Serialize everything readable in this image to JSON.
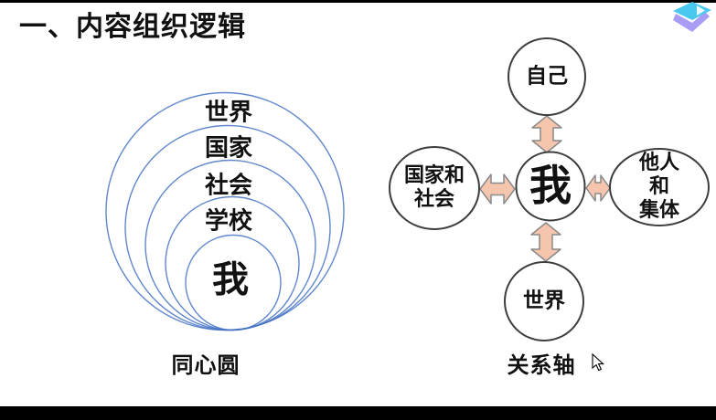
{
  "title": "一、内容组织逻辑",
  "concentric": {
    "caption": "同心圆",
    "rings": [
      "世界",
      "国家",
      "社会",
      "学校",
      "我"
    ],
    "stroke_color": "#4472c4"
  },
  "axis": {
    "caption": "关系轴",
    "center_label": "我",
    "top_label": "自己",
    "left_label": "国家和\n社会",
    "right_label": "他人和\n集体",
    "bottom_label": "世界",
    "circle_stroke": "#3d3d3d",
    "arrow_fill": "#f5c5ae",
    "arrow_stroke": "#8a8a8a"
  },
  "logo_colors": {
    "cyan": "#4bc8f0",
    "purple": "#a89df6"
  }
}
